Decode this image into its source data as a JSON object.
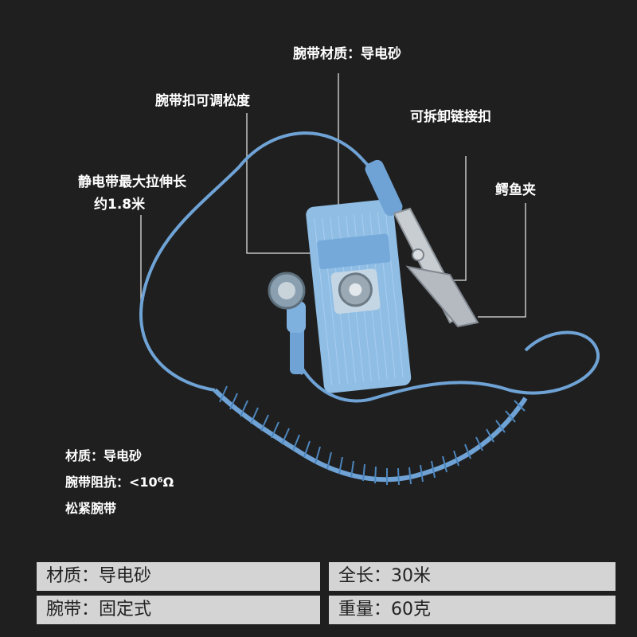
{
  "labels": {
    "wristband_material": "腕带材质：导电砂",
    "adjustable_buckle": "腕带扣可调松度",
    "detachable_buckle": "可拆卸链接扣",
    "max_length_line1": "静电带最大拉伸长",
    "max_length_line2": "约1.8米",
    "alligator_clip": "鳄鱼夹"
  },
  "specs": {
    "material": "材质：导电砂",
    "resistance": "腕带阻抗：<10⁶Ω",
    "type": "松紧腕带"
  },
  "table": {
    "r1c1": "材质：导电砂",
    "r1c2": "全长：30米",
    "r2c1": "腕带：固定式",
    "r2c2": "重量：60克"
  },
  "colors": {
    "background": "#1f1f1f",
    "cable": "#6fa3d6",
    "strap": "#8fbde4",
    "table_cell": "#d4d4d4"
  }
}
